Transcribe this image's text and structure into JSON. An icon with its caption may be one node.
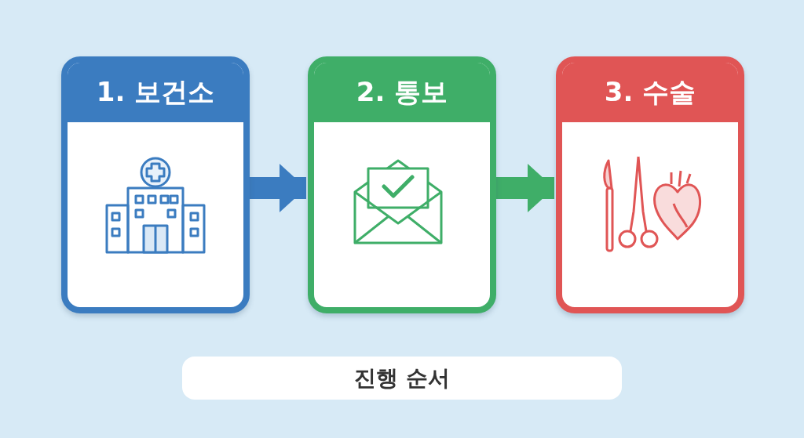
{
  "diagram": {
    "nodes": [
      {
        "text": [
          "1. 보건소"
        ]
      },
      {
        "text": [
          "2. 통보"
        ]
      },
      {
        "text": [
          "3. 수술"
        ]
      },
      {
        "text": [
          "진행 순서"
        ]
      }
    ],
    "edges": [
      {
        "from": 0,
        "to": 1,
        "arrow": "to",
        "color": "#3b7cc0"
      },
      {
        "from": 1,
        "to": 2,
        "arrow": "to",
        "color": "#3fae68"
      }
    ]
  }
}
